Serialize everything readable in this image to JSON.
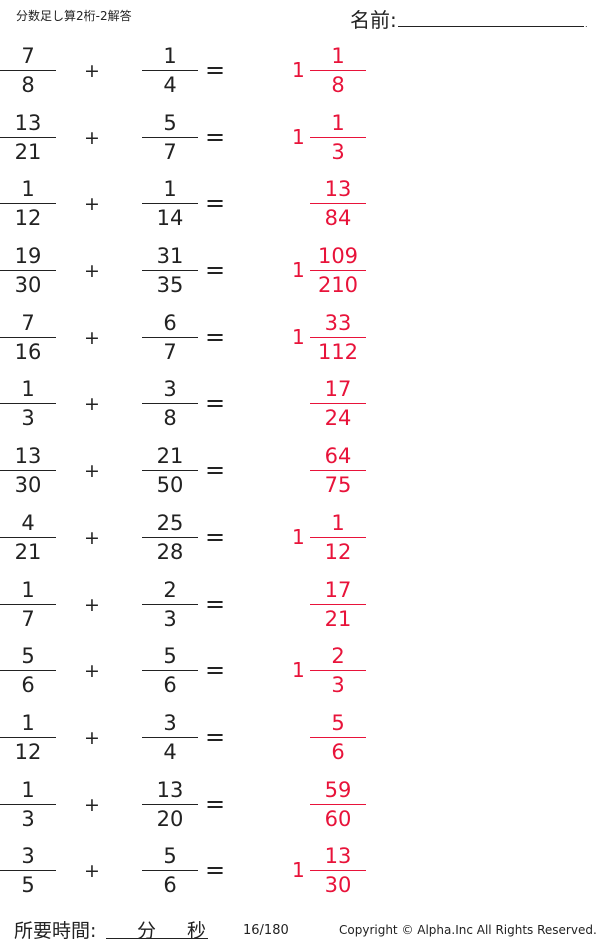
{
  "header": {
    "title": "分数足し算2桁-2解答",
    "name_label": "名前:",
    "name_dot": "."
  },
  "problems": [
    {
      "a_num": "7",
      "a_den": "8",
      "op": "+",
      "b_num": "1",
      "b_den": "4",
      "eq": "=",
      "whole": "1",
      "r_num": "1",
      "r_den": "8"
    },
    {
      "a_num": "13",
      "a_den": "21",
      "op": "+",
      "b_num": "5",
      "b_den": "7",
      "eq": "=",
      "whole": "1",
      "r_num": "1",
      "r_den": "3"
    },
    {
      "a_num": "1",
      "a_den": "12",
      "op": "+",
      "b_num": "1",
      "b_den": "14",
      "eq": "=",
      "whole": "",
      "r_num": "13",
      "r_den": "84"
    },
    {
      "a_num": "19",
      "a_den": "30",
      "op": "+",
      "b_num": "31",
      "b_den": "35",
      "eq": "=",
      "whole": "1",
      "r_num": "109",
      "r_den": "210"
    },
    {
      "a_num": "7",
      "a_den": "16",
      "op": "+",
      "b_num": "6",
      "b_den": "7",
      "eq": "=",
      "whole": "1",
      "r_num": "33",
      "r_den": "112"
    },
    {
      "a_num": "1",
      "a_den": "3",
      "op": "+",
      "b_num": "3",
      "b_den": "8",
      "eq": "=",
      "whole": "",
      "r_num": "17",
      "r_den": "24"
    },
    {
      "a_num": "13",
      "a_den": "30",
      "op": "+",
      "b_num": "21",
      "b_den": "50",
      "eq": "=",
      "whole": "",
      "r_num": "64",
      "r_den": "75"
    },
    {
      "a_num": "4",
      "a_den": "21",
      "op": "+",
      "b_num": "25",
      "b_den": "28",
      "eq": "=",
      "whole": "1",
      "r_num": "1",
      "r_den": "12"
    },
    {
      "a_num": "1",
      "a_den": "7",
      "op": "+",
      "b_num": "2",
      "b_den": "3",
      "eq": "=",
      "whole": "",
      "r_num": "17",
      "r_den": "21"
    },
    {
      "a_num": "5",
      "a_den": "6",
      "op": "+",
      "b_num": "5",
      "b_den": "6",
      "eq": "=",
      "whole": "1",
      "r_num": "2",
      "r_den": "3"
    },
    {
      "a_num": "1",
      "a_den": "12",
      "op": "+",
      "b_num": "3",
      "b_den": "4",
      "eq": "=",
      "whole": "",
      "r_num": "5",
      "r_den": "6"
    },
    {
      "a_num": "1",
      "a_den": "3",
      "op": "+",
      "b_num": "13",
      "b_den": "20",
      "eq": "=",
      "whole": "",
      "r_num": "59",
      "r_den": "60"
    },
    {
      "a_num": "3",
      "a_den": "5",
      "op": "+",
      "b_num": "5",
      "b_den": "6",
      "eq": "=",
      "whole": "1",
      "r_num": "13",
      "r_den": "30"
    }
  ],
  "footer": {
    "time_label": "所要時間:",
    "minute_unit": "分",
    "second_unit": "秒",
    "page": "16/180",
    "copyright": "Copyright ©  Alpha.Inc All Rights Reserved."
  },
  "colors": {
    "text": "#222222",
    "answer": "#e8133a",
    "background": "#ffffff"
  }
}
